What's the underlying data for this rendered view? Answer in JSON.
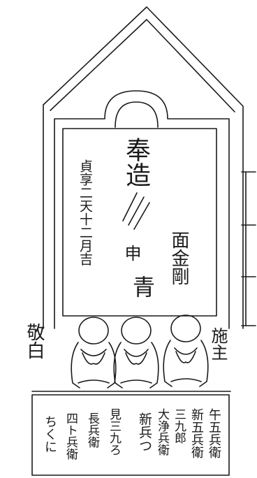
{
  "monument": {
    "main_title": "奉造",
    "date_inscription": "貞享二天十二月吉",
    "deity_name": "面金剛",
    "koshin_label": "申",
    "seimen_label": "青",
    "left_side": "敬白",
    "right_side": "施主",
    "donors": [
      "午五兵衛",
      "新五兵衛",
      "三九郎",
      "大浄兵衛",
      "新兵つ",
      "見三九ろ",
      "長兵衛",
      "四ト兵衛",
      "ちくに"
    ]
  }
}
